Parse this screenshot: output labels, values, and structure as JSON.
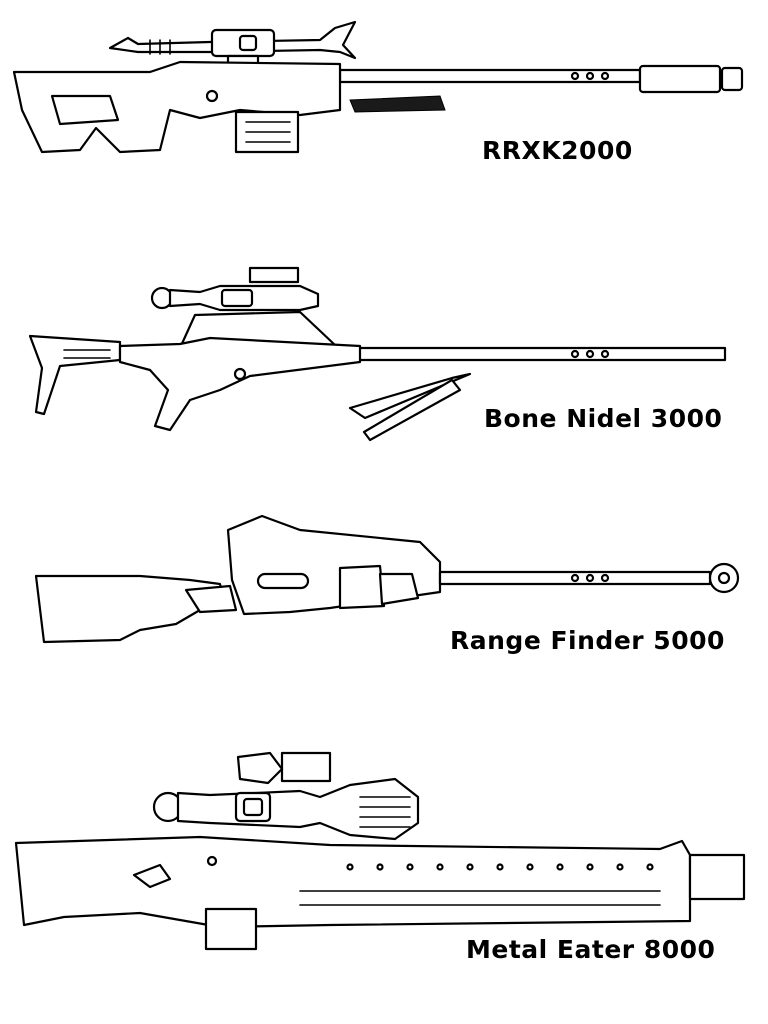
{
  "weapons": [
    {
      "name": "RRXK2000"
    },
    {
      "name": "Bone Nidel 3000"
    },
    {
      "name": "Range Finder 5000"
    },
    {
      "name": "Metal Eater 8000"
    }
  ],
  "colors": {
    "line": "#000000",
    "background": "#ffffff"
  }
}
